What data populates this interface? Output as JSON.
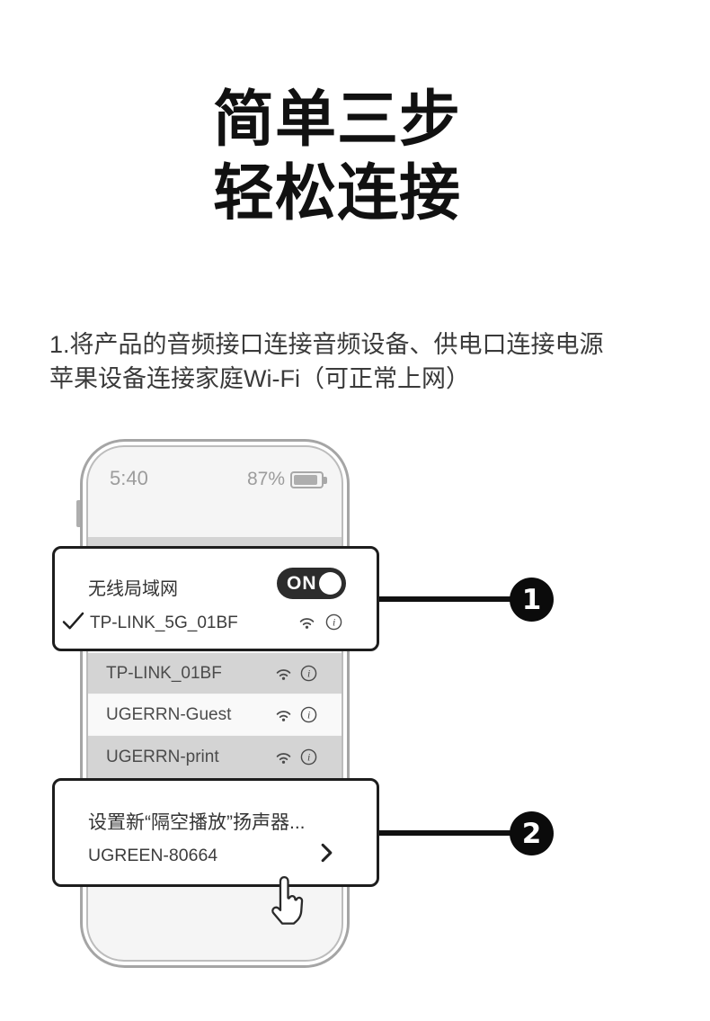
{
  "colors": {
    "accent_black": "#0b0b0b",
    "panel_border": "#1d1d1d",
    "row_gray": "#d4d4d4",
    "row_light": "#f9f9f9",
    "screen_bg": "#f5f5f5",
    "frame_gray": "#a5a5a5",
    "status_gray": "#9c9c9c",
    "toggle_bg": "#2c2c2c"
  },
  "title": {
    "line1": "简单三步",
    "line2": "轻松连接"
  },
  "instruction": {
    "line1": "1.将产品的音频接口连接音频设备、供电口连接电源",
    "line2": "苹果设备连接家庭Wi-Fi（可正常上网）"
  },
  "phone": {
    "status_bar": {
      "time": "5:40",
      "battery_percent": "87%"
    },
    "wifi_panel": {
      "label": "无线局域网",
      "toggle_state": "ON",
      "connected_network": "TP-LINK_5G_01BF"
    },
    "network_list": [
      {
        "name": "TP-LINK_01BF"
      },
      {
        "name": "UGERRN-Guest"
      },
      {
        "name": "UGERRN-print"
      }
    ],
    "airplay_panel": {
      "prompt": "设置新“隔空播放”扬声器...",
      "device_name": "UGREEN-80664"
    }
  },
  "callouts": {
    "step1": "1",
    "step2": "2"
  }
}
